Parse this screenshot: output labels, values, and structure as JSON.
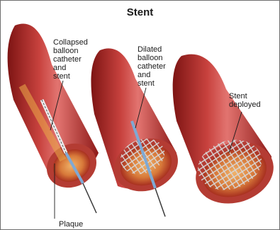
{
  "title": "Stent",
  "labels": {
    "collapsed": "Collapsed\nballoon\ncatheter\nand\nstent",
    "dilated": "Dilated\nballoon\ncatheter\nand\nstent",
    "deployed": "Stent\ndeployed",
    "plaque": "Plaque"
  },
  "colors": {
    "artery_outer": "#a3201f",
    "artery_highlight": "#d85a57",
    "artery_wall": "#b63a34",
    "plaque": "#e8a448",
    "stent_mesh": "#c8c8c8",
    "catheter": "#7fa9d4",
    "wire": "#3a3a3a"
  }
}
